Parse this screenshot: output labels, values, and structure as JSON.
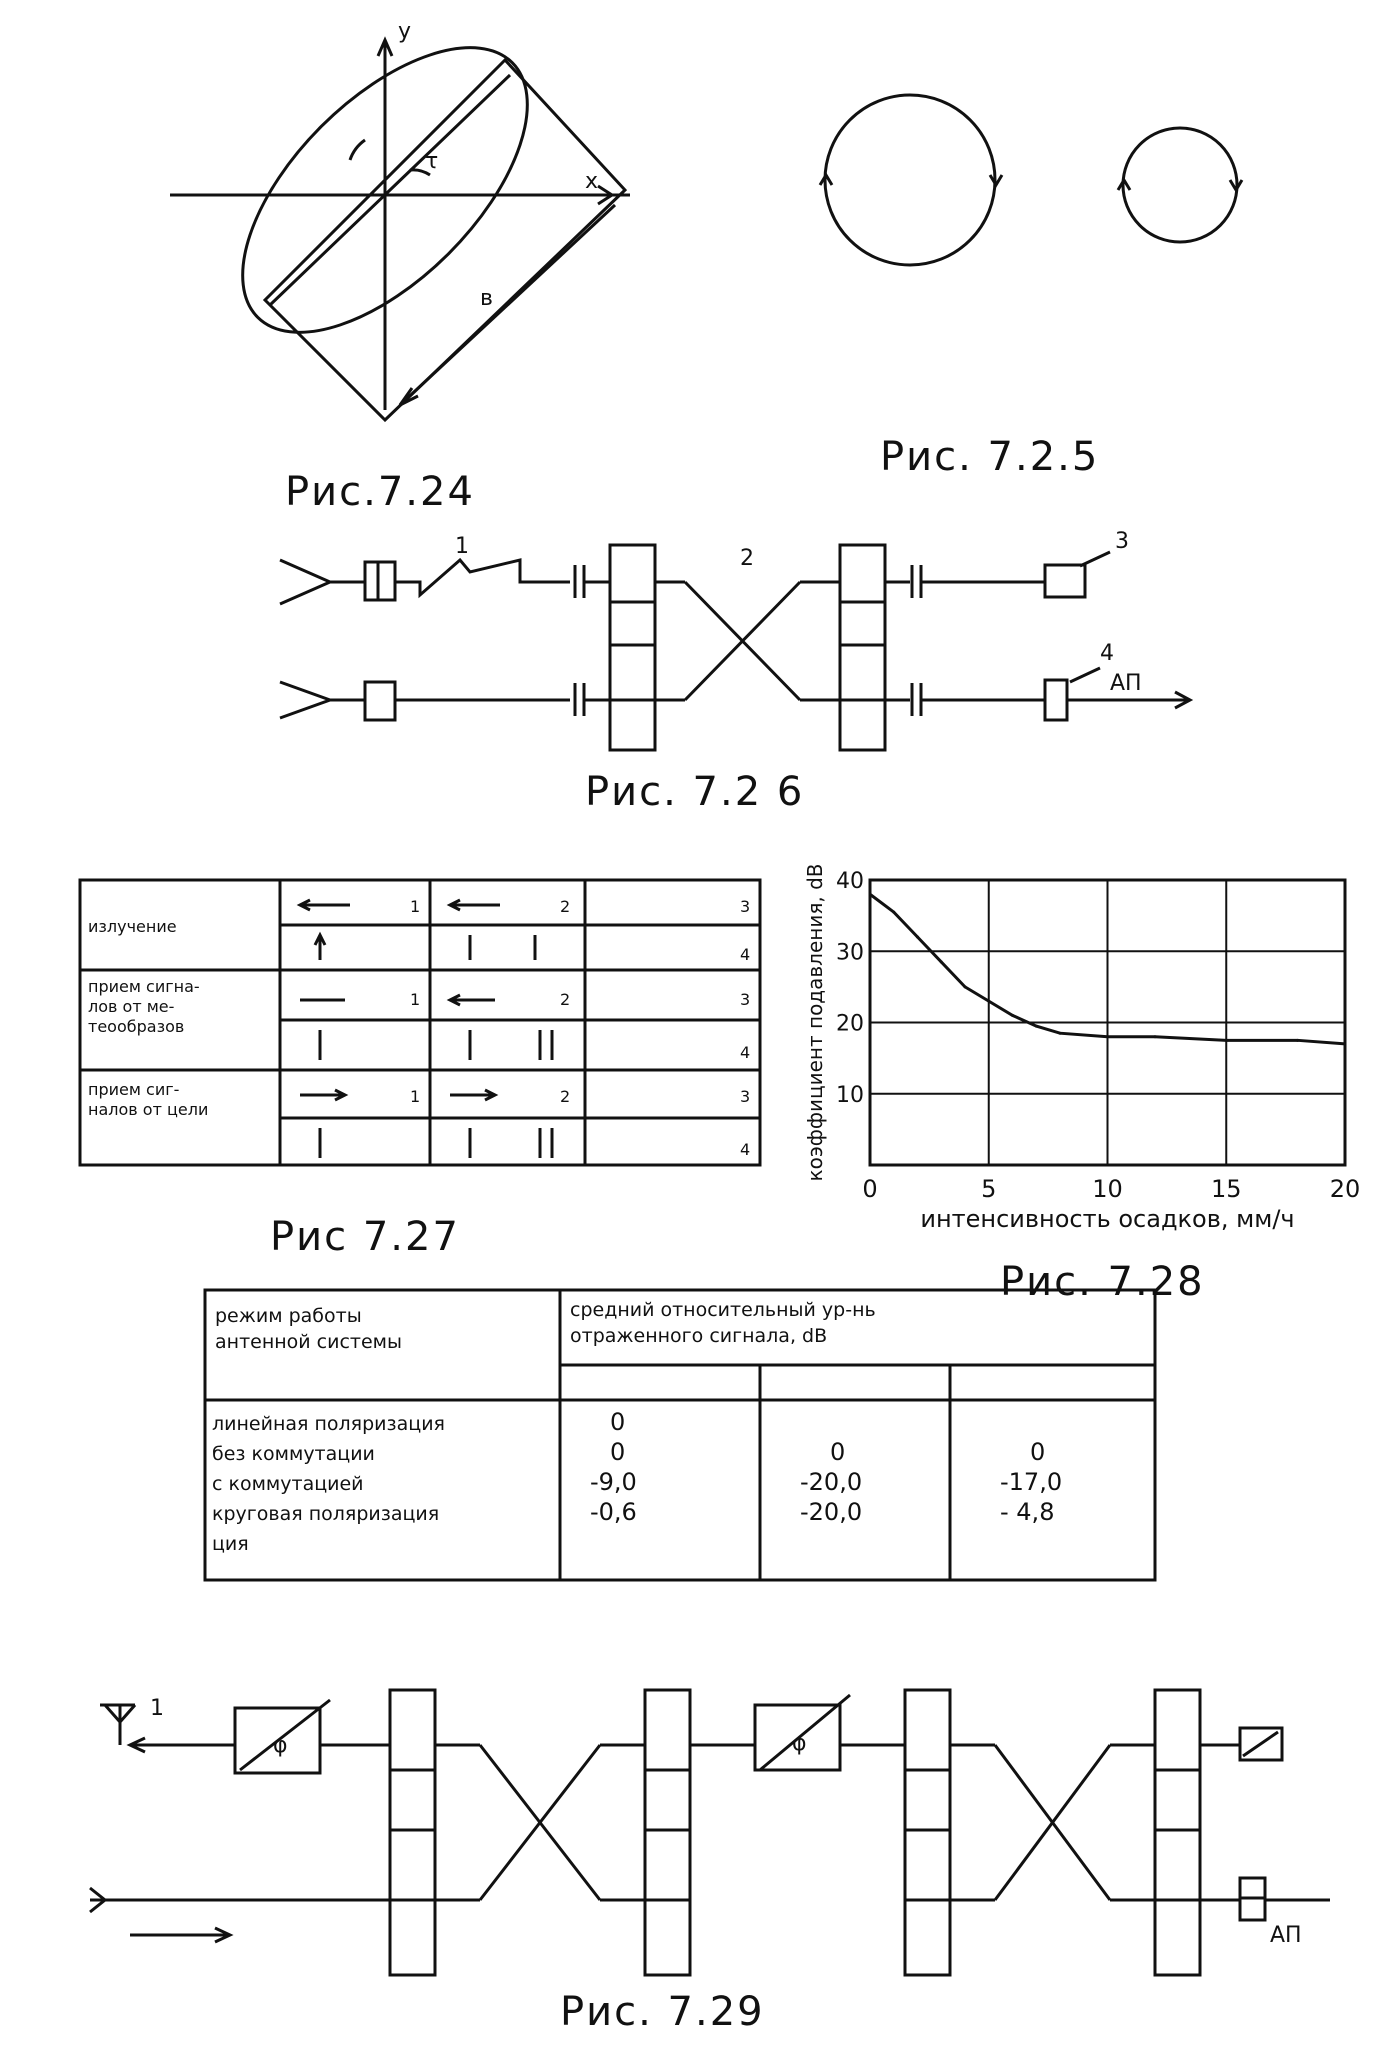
{
  "captions": {
    "fig724": "Рис.7.24",
    "fig725": "Рис. 7.2.5",
    "fig726": "Рис. 7.2 6",
    "fig727": "Рис 7.27",
    "fig728": "Рис. 7.28",
    "fig729": "Рис. 7.29"
  },
  "fig724": {
    "axis_y": "у",
    "axis_x": "x",
    "label_tau": "τ",
    "label_b": "в"
  },
  "fig726": {
    "labels": [
      "1",
      "2",
      "3",
      "4"
    ],
    "arp": "АП"
  },
  "fig727": {
    "rows": [
      {
        "mode": [
          "излучение"
        ],
        "nums": [
          "1",
          "2",
          "3",
          "4"
        ]
      },
      {
        "mode": [
          "прием сигна-",
          "лов от ме-",
          "теообразов"
        ],
        "nums": [
          "1",
          "2",
          "3",
          "4"
        ]
      },
      {
        "mode": [
          "прием сиг-",
          "налов от цели"
        ],
        "nums": [
          "1",
          "2",
          "3",
          "4"
        ]
      }
    ]
  },
  "chart_data": {
    "type": "line",
    "title": "",
    "xlabel": "интенсивность осадков, мм/ч",
    "ylabel": "коэффициент подавления, dB",
    "xlim": [
      0,
      20
    ],
    "ylim": [
      0,
      40
    ],
    "xticks": [
      "0",
      "5",
      "10",
      "15",
      "20"
    ],
    "yticks": [
      "10",
      "20",
      "30",
      "40"
    ],
    "grid": true,
    "series": [
      {
        "x": [
          0,
          1,
          2,
          3,
          4,
          5,
          6,
          7,
          8,
          10,
          12,
          15,
          18,
          20
        ],
        "y": [
          38,
          35.5,
          32,
          28.5,
          25,
          23,
          21,
          19.5,
          18.5,
          18,
          18,
          17.5,
          17.5,
          17
        ]
      }
    ]
  },
  "table": {
    "header_left": [
      "режим работы",
      "антенной системы"
    ],
    "header_right": [
      "средний относительный ур-нь",
      "отраженного сигнала, dB"
    ],
    "rows": [
      {
        "label": "линейная поляризация",
        "v1": "0",
        "v2": "",
        "v3": ""
      },
      {
        "label": "без коммутации",
        "v1": "0",
        "v2": "0",
        "v3": "0"
      },
      {
        "label": "с коммутацией",
        "v1": "-9,0",
        "v2": "-20,0",
        "v3": "-17,0"
      },
      {
        "label": "круговая поляризация",
        "v1": "-0,6",
        "v2": "-20,0",
        "v3": "- 4,8"
      },
      {
        "label": "ция",
        "v1": "",
        "v2": "",
        "v3": ""
      }
    ]
  },
  "fig729": {
    "phase1": "φ",
    "phase2": "φ",
    "antenna_num": "1",
    "arp": "АП"
  }
}
